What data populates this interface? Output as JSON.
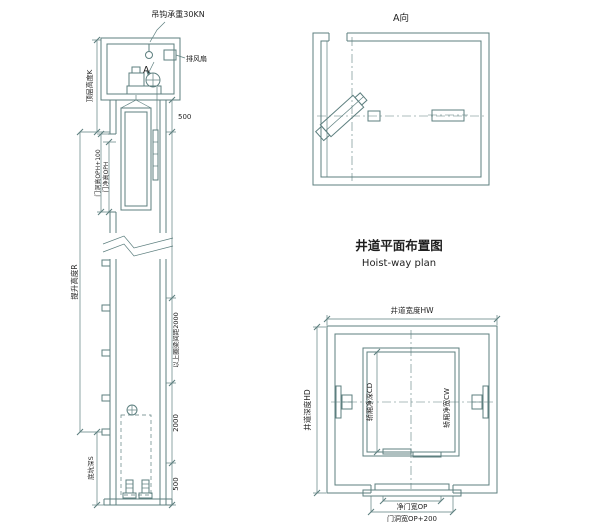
{
  "elevation": {
    "hook_load_label": "吊钩承重30KN",
    "exhaust_fan_label": "排风扇",
    "section_marker": "A",
    "dim_top_floor_height": "顶层高度K",
    "dim_door_opening_height": "门洞高OPH+100",
    "dim_door_clear_height": "门净高OPH",
    "dim_travel_height": "提升高度R",
    "dim_pit_depth": "底坑深S",
    "dim_500_top": "500",
    "dim_ring_beam_spacing": "以上圈梁间距2000",
    "dim_2000": "2000",
    "dim_500_bottom": "500"
  },
  "machine_room_plan": {
    "title": "A向"
  },
  "hoistway_plan": {
    "title_cn": "井道平面布置图",
    "title_en": "Hoist-way plan",
    "dim_hoistway_width": "井道宽度HW",
    "dim_hoistway_depth": "井道深度HD",
    "dim_car_depth": "轿厢净深CD",
    "dim_car_width": "轿厢净宽CW",
    "dim_door_clear_width": "净门宽OP",
    "dim_door_opening_width": "门洞宽OP+200"
  },
  "colors": {
    "line": "#5d7f7f",
    "text": "#1f1f1f"
  }
}
